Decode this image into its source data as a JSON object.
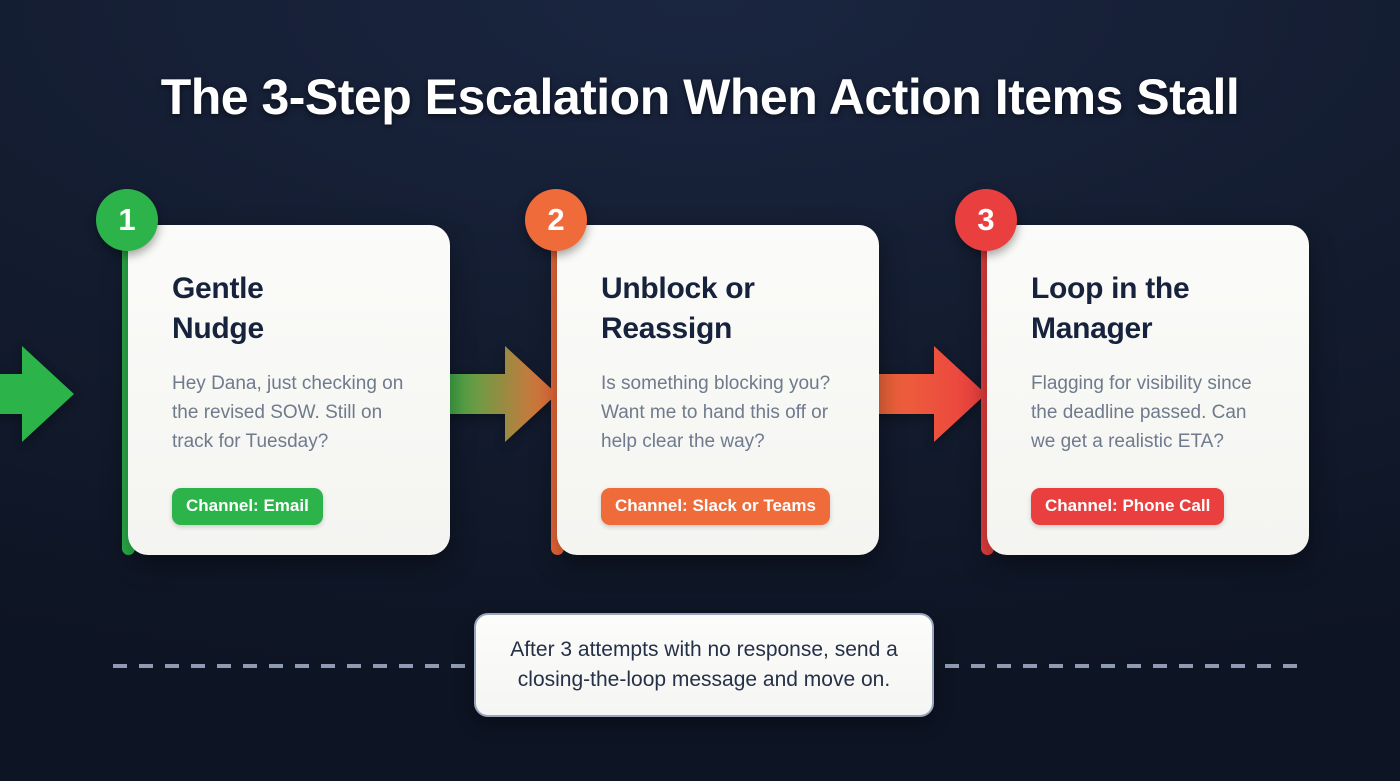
{
  "page": {
    "title": "The 3-Step Escalation When Action Items Stall",
    "background_color": "#141d31"
  },
  "steps": [
    {
      "number": "1",
      "title": "Gentle\nNudge",
      "body": "Hey Dana, just checking on the revised SOW. Still on track for Tuesday?",
      "chip": "Channel: Email",
      "color": "#2cb34a",
      "icon": "step-marker-icon"
    },
    {
      "number": "2",
      "title": "Unblock or\nReassign",
      "body": "Is something blocking you? Want me to hand this off or help clear the way?",
      "chip": "Channel: Slack or Teams",
      "color": "#ef6b3a",
      "icon": "step-marker-icon"
    },
    {
      "number": "3",
      "title": "Loop in the\nManager",
      "body": "Flagging for visibility since the deadline passed. Can we get a realistic ETA?",
      "chip": "Channel: Phone Call",
      "color": "#ea3f3f",
      "icon": "step-marker-icon"
    }
  ],
  "arrows": [
    {
      "name": "arrow-into-step-1",
      "from_color": "#2cb34a",
      "to_color": "#2cb34a"
    },
    {
      "name": "arrow-step-1-to-step-2",
      "from_color": "#2cb34a",
      "to_color": "#ef6b3a"
    },
    {
      "name": "arrow-step-2-to-step-3",
      "from_color": "#ef6b3a",
      "to_color": "#ea3f3f"
    }
  ],
  "footer": {
    "note": "After 3 attempts with no response, send a closing-the-loop message and move on.",
    "rule_color": "#8e9bb2"
  }
}
